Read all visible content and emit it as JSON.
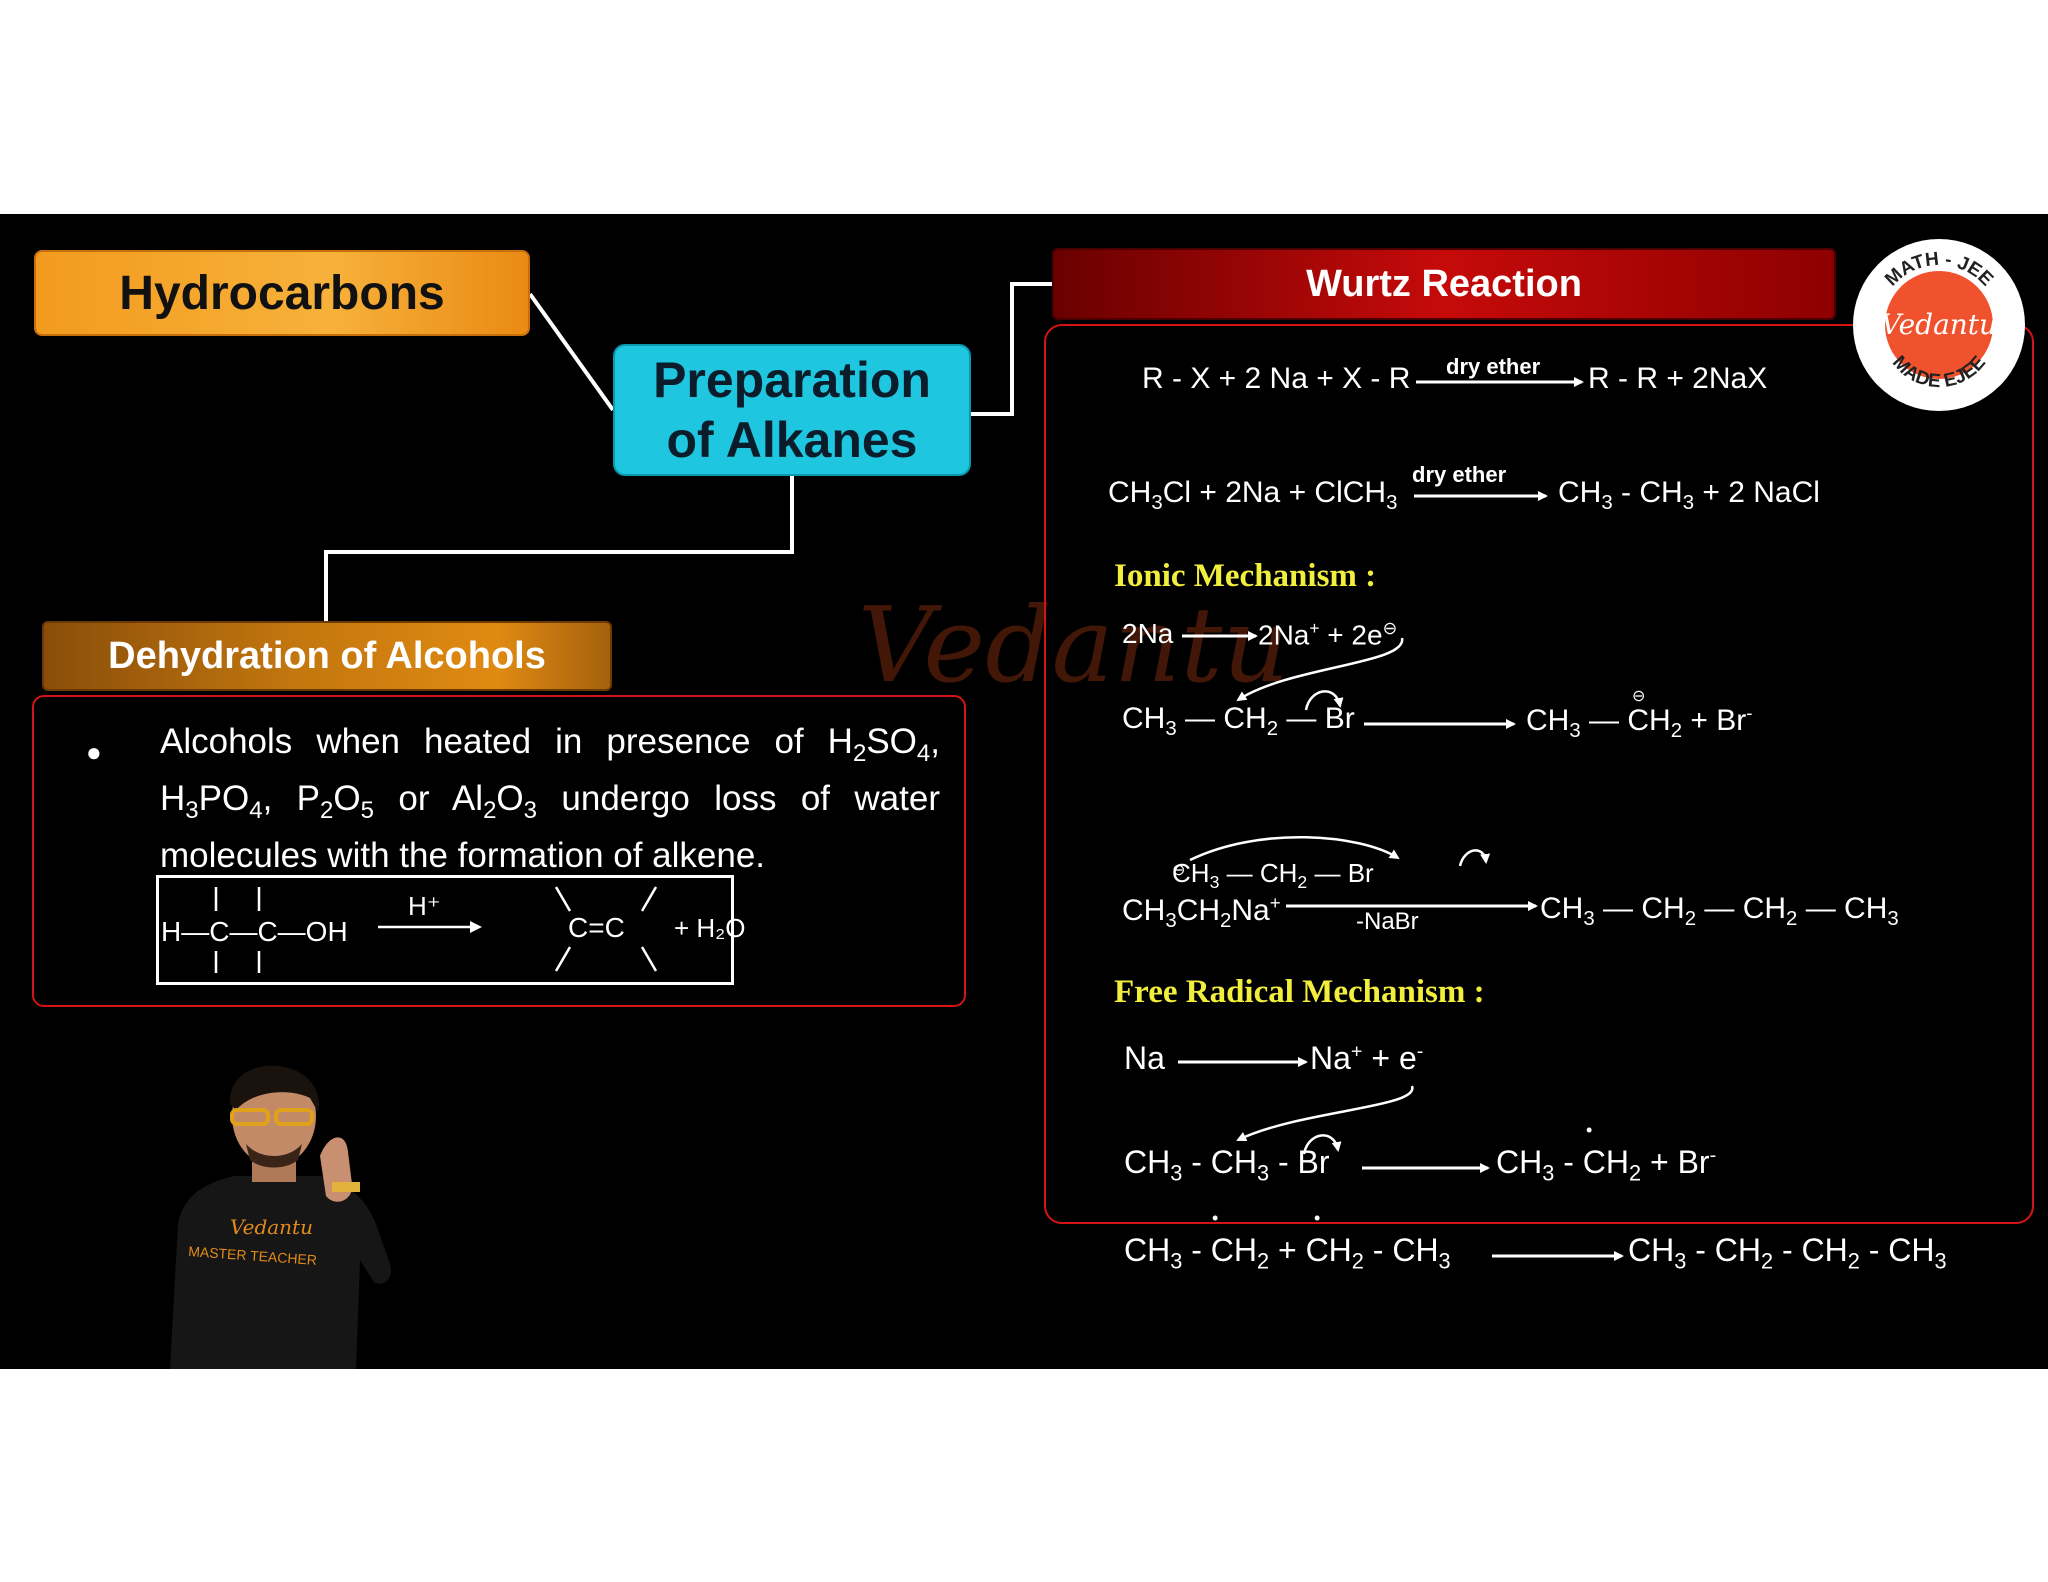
{
  "boxes": {
    "hydrocarbons": "Hydrocarbons",
    "preparation_line1": "Preparation",
    "preparation_line2": "of Alkanes",
    "dehydration": "Dehydration of Alcohols",
    "wurtz": "Wurtz Reaction"
  },
  "dehydration_panel": {
    "bullet": "●",
    "t1": "Alcohols when heated in presence of H",
    "t2": "SO",
    "t3": ", H",
    "t4": "PO",
    "t5": ", P",
    "t6": "O",
    "t7": " or Al",
    "t8": "O",
    "t9": " undergo loss of water molecules with the formation of alkene.",
    "s2": "2",
    "s3": "3",
    "s4": "4",
    "s5": "5",
    "eq_reactant": "H—C—C—OH",
    "eq_catalyst": "H⁺",
    "eq_product": "C=C",
    "eq_water": "+ H₂O"
  },
  "wurtz_panel": {
    "general": {
      "lhs": "R - X + 2 Na + X - R",
      "cond": "dry ether",
      "rhs": "R - R + 2NaX"
    },
    "example": {
      "cond": "dry ether"
    },
    "ionic_heading": "Ionic Mechanism :",
    "free_radical_heading": "Free Radical Mechanism :",
    "ionic_step1": {
      "lhs": "2Na",
      "rhs_a": "2Na",
      "rhs_b": " + 2e"
    },
    "step4_below": "-NaBr",
    "fr_step1": {
      "lhs": "Na",
      "rhs_a": "Na",
      "rhs_b": " + e"
    },
    "sub": {
      "two": "2",
      "three": "3"
    },
    "signs": {
      "plus": "+",
      "minus": "-",
      "ominus": "⊖",
      "dot": "•"
    }
  },
  "watermark": "Vedantu",
  "logo": {
    "top": "MATH - JEE",
    "center": "Vedantu",
    "bottom": "MADE EJEE"
  },
  "shirt": {
    "line1": "Vedantu",
    "line2": "MASTER TEACHER"
  },
  "colors": {
    "heading_yellow": "#f2ee3c",
    "panel_border": "#d41414",
    "cyan": "#1ec6e0",
    "orange": "#f29b1e",
    "red": "#c60a0a"
  }
}
